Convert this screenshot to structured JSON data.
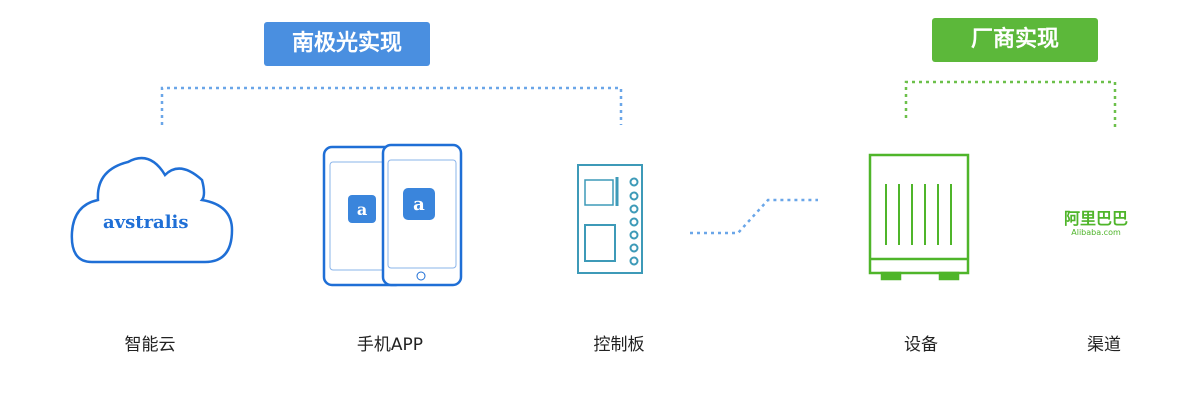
{
  "groups": {
    "aurora": {
      "label": "南极光实现",
      "color": "#4a8fe0"
    },
    "vendor": {
      "label": "厂商实现",
      "color": "#5cb83a"
    }
  },
  "nodes": [
    {
      "label": "智能云",
      "logo": "avstralis"
    },
    {
      "label": "手机APP",
      "icon": "a"
    },
    {
      "label": "控制板"
    },
    {
      "label": "设备"
    },
    {
      "label": "渠道",
      "logo": "阿里巴巴",
      "logo_sub": "Alibaba.com"
    }
  ]
}
